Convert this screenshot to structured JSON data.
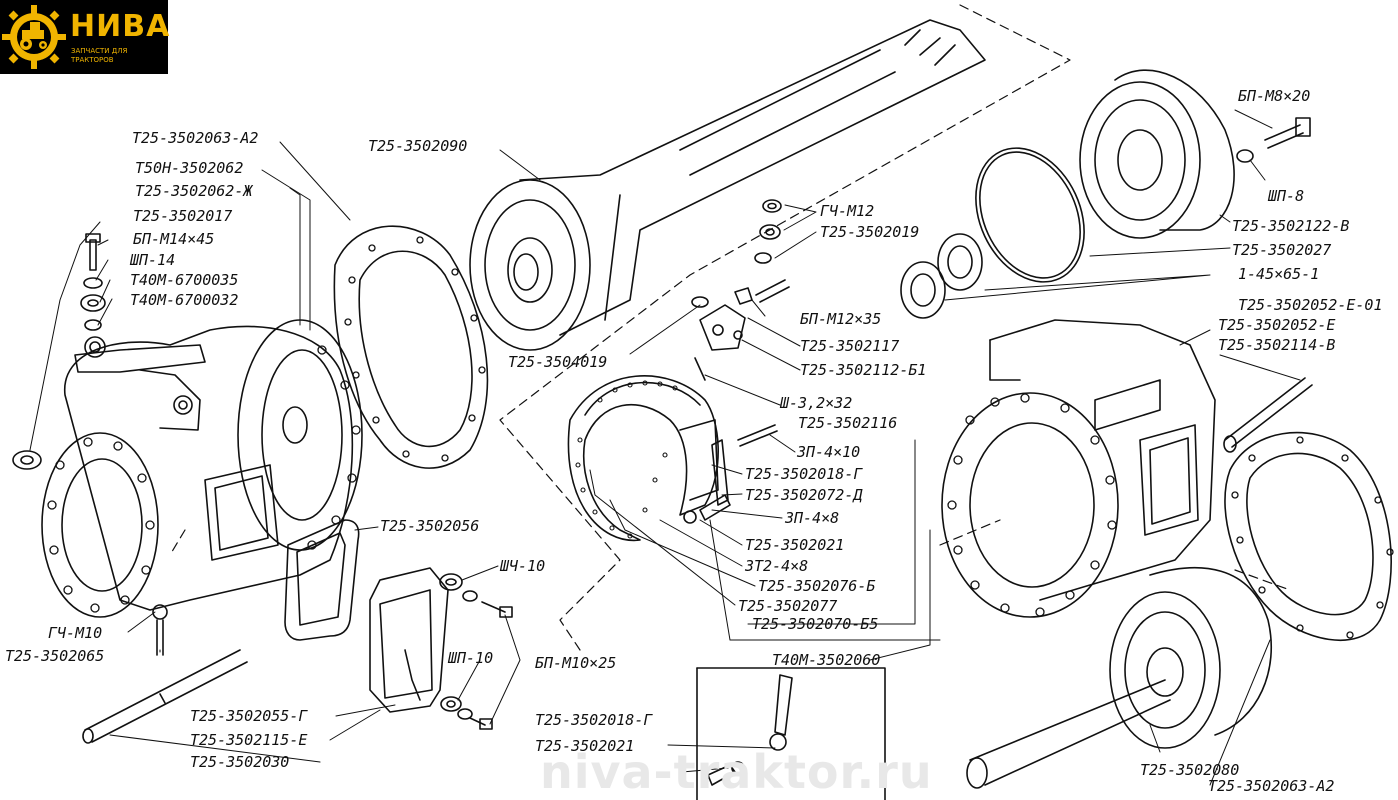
{
  "logo": {
    "title": "НИВА",
    "subtitle": "ЗАПЧАСТИ ДЛЯ ТРАКТОРОВ",
    "icon": "tractor-gear-icon",
    "color": "#f0b400"
  },
  "watermark": "niva-traktor.ru",
  "labels": {
    "l01": "Т25-3502063-А2",
    "l02": "Т50Н-3502062",
    "l03": "Т25-3502062-Ж",
    "l04": "Т25-3502017",
    "l05": "БП-М14×45",
    "l06": "ШП-14",
    "l07": "Т40М-6700035",
    "l08": "Т40М-6700032",
    "l09": "Т25-3502090",
    "l10": "ГЧ-М12",
    "l11": "Т25-3502019",
    "l12": "БП-М12×35",
    "l13": "Т25-3502117",
    "l14": "Т25-3502112-Б1",
    "l15": "Т25-3504019",
    "l16": "Ш-3,2×32",
    "l17": "Т25-3502116",
    "l18": "ЗП-4×10",
    "l19": "Т25-3502018-Г",
    "l20": "Т25-3502072-Д",
    "l21": "ЗП-4×8",
    "l22": "Т25-3502021",
    "l23": "ЗТ2-4×8",
    "l24": "Т25-3502076-Б",
    "l25": "Т25-3502077",
    "l26": "Т25-3502070-Б5",
    "l27": "Т40М-3502060",
    "l28": "Т25-3502056",
    "l29": "ШЧ-10",
    "l30": "ГЧ-М10",
    "l31": "Т25-3502065",
    "l32": "ШП-10",
    "l33": "БП-М10×25",
    "l34": "Т25-3502055-Г",
    "l35": "Т25-3502115-Е",
    "l36": "Т25-3502030",
    "l37": "Т25-3502018-Г",
    "l38": "Т25-3502021",
    "l39": "БП-М8×20",
    "l40": "ШП-8",
    "l41": "Т25-3502122-В",
    "l42": "Т25-3502027",
    "l43": "1-45×65-1",
    "l44": "Т25-3502052-Е-01",
    "l45": "Т25-3502052-Е",
    "l46": "Т25-3502114-В",
    "l47": "Т25-3502080",
    "l48": "Т25-3502063-А2"
  }
}
